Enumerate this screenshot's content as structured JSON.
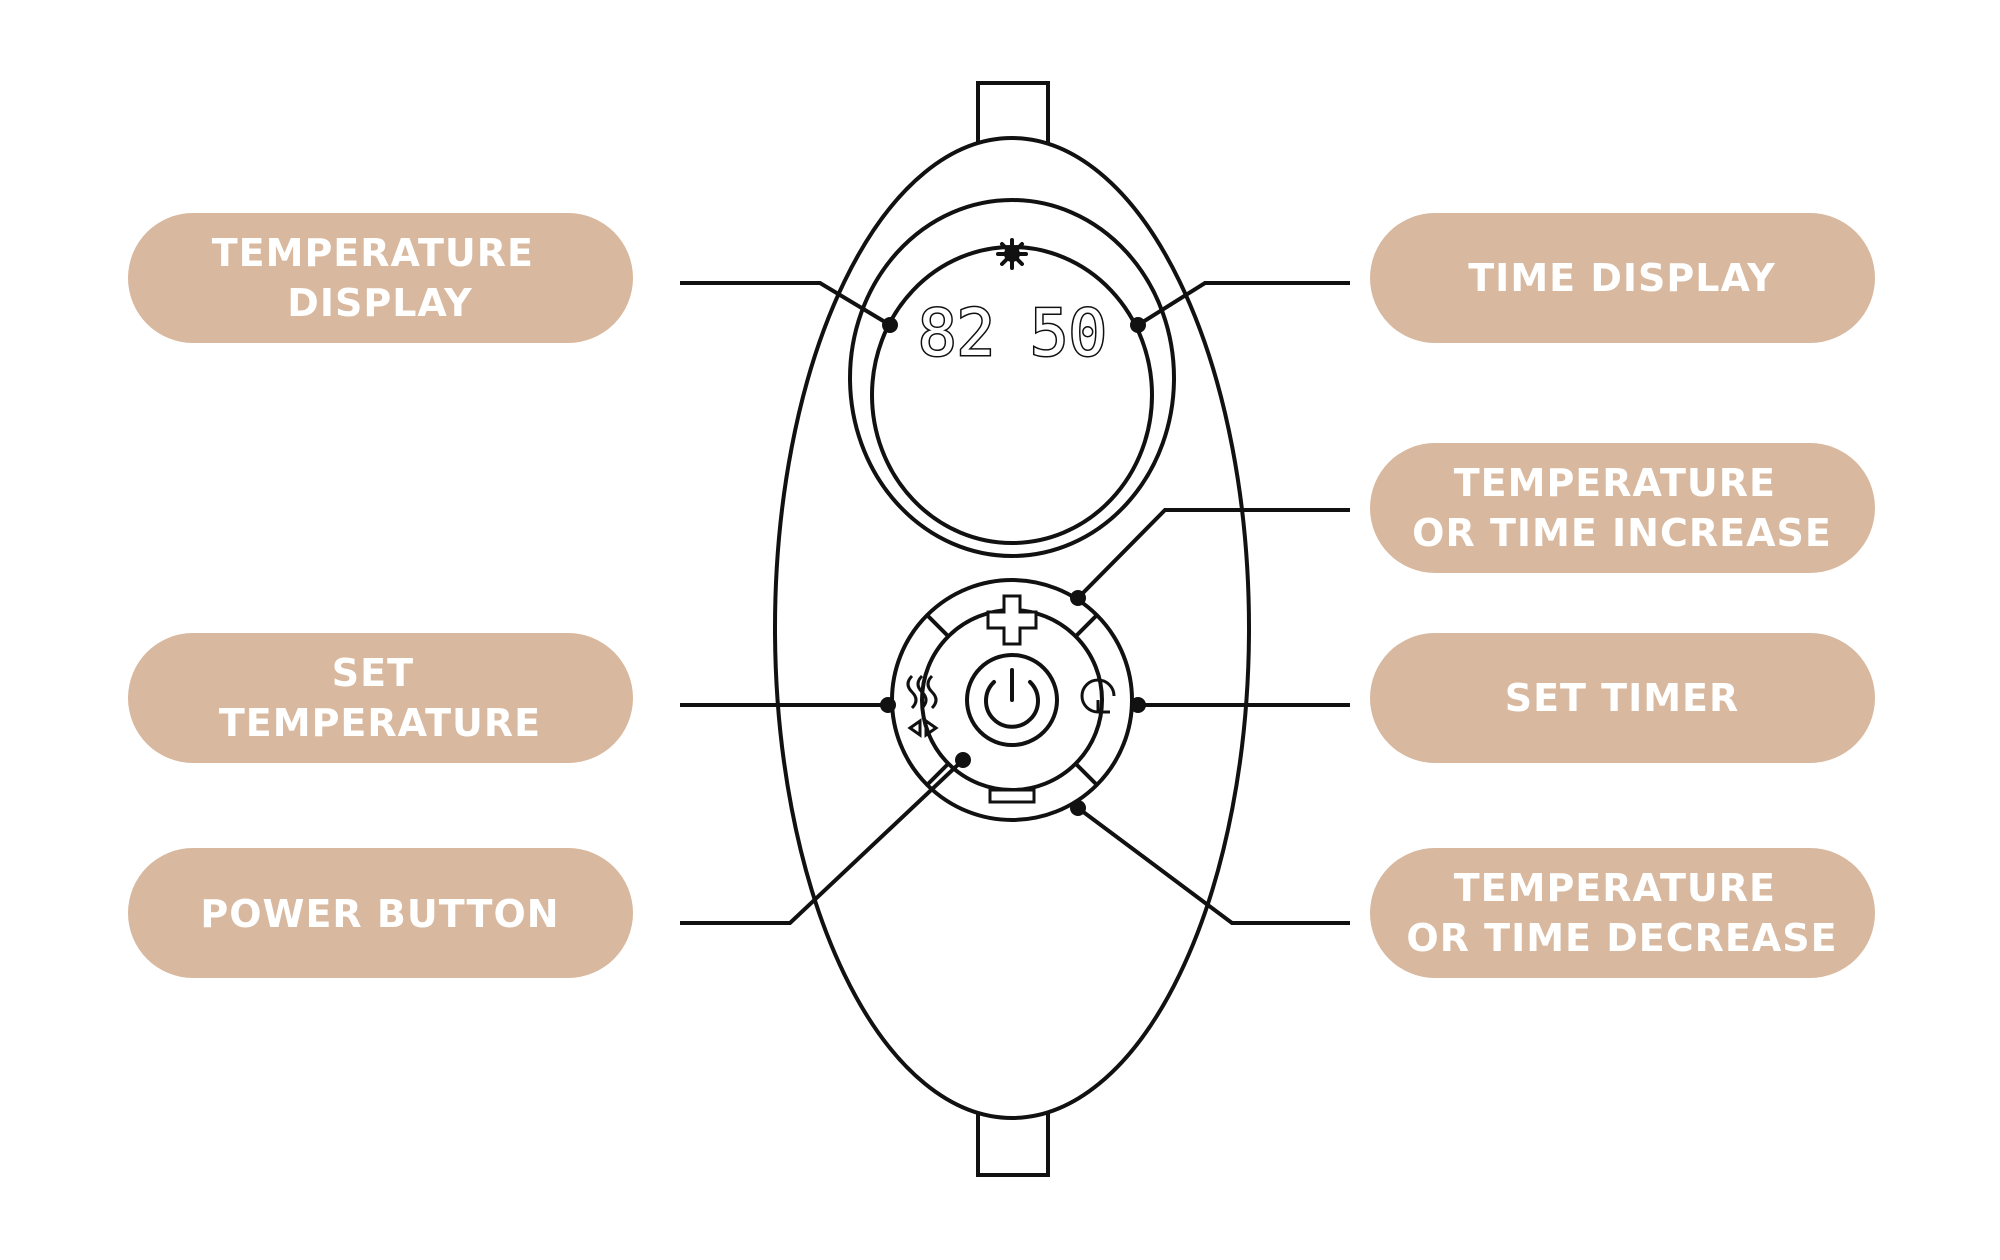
{
  "colors": {
    "pill": "#d8b89e",
    "ink": "#111111",
    "text": "#ffffff"
  },
  "labels": {
    "temperature_display": [
      "TEMPERATURE",
      "DISPLAY"
    ],
    "set_temperature": [
      "SET",
      "TEMPERATURE"
    ],
    "power_button": [
      "POWER BUTTON"
    ],
    "time_display": [
      "TIME DISPLAY"
    ],
    "increase": [
      "TEMPERATURE",
      "OR TIME INCREASE"
    ],
    "set_timer": [
      "SET TIMER"
    ],
    "decrease": [
      "TEMPERATURE",
      "OR TIME DECREASE"
    ]
  },
  "screen": {
    "temperature": "82",
    "time": "50",
    "indicator_icon": "heat-icon"
  },
  "buttons": {
    "increase_icon": "plus-icon",
    "decrease_icon": "minus-icon",
    "power_icon": "power-icon",
    "set_temperature_icon": "heat-waves-icon",
    "set_timer_icon": "clock-icon"
  }
}
